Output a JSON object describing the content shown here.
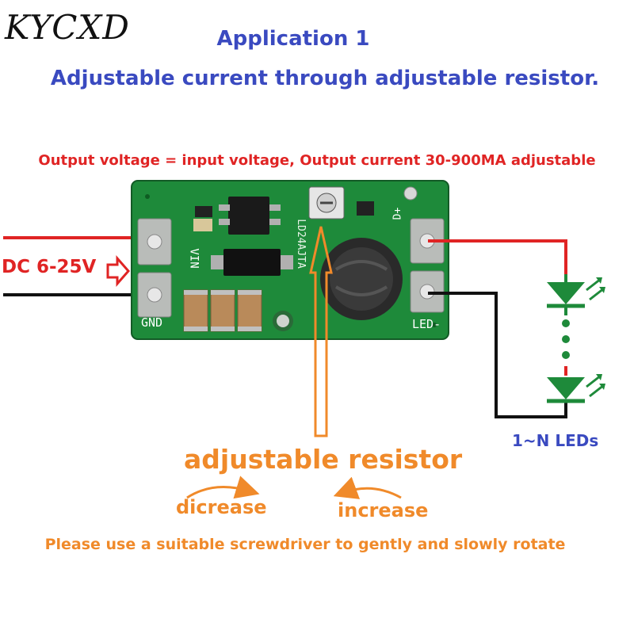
{
  "brand": {
    "logo_text": "KYCXD"
  },
  "header": {
    "title": "Application 1",
    "subtitle": "Adjustable current through adjustable resistor."
  },
  "note": "Output voltage = input voltage, Output current 30-900MA adjustable",
  "input": {
    "label": "DC 6-25V"
  },
  "board": {
    "vin_label": "VIN",
    "gnd_label": "GND",
    "dplus_label": "D+",
    "ledminus_label": "LED-",
    "chip_label": "LD24AJTA"
  },
  "leds": {
    "label": "1~N LEDs"
  },
  "adjust": {
    "title": "adjustable resistor",
    "decrease_label": "dicrease",
    "increase_label": "increase",
    "instruction": "Please use a suitable screwdriver to gently and slowly rotate"
  },
  "colors": {
    "title_blue": "#3a4ac0",
    "note_red": "#e02424",
    "accent_orange": "#f08a2a",
    "pcb_green": "#1e8a3a"
  },
  "icons": [
    "arrow-right-icon",
    "led-diode-icon",
    "up-arrow-icon",
    "curved-arrow-icon"
  ]
}
